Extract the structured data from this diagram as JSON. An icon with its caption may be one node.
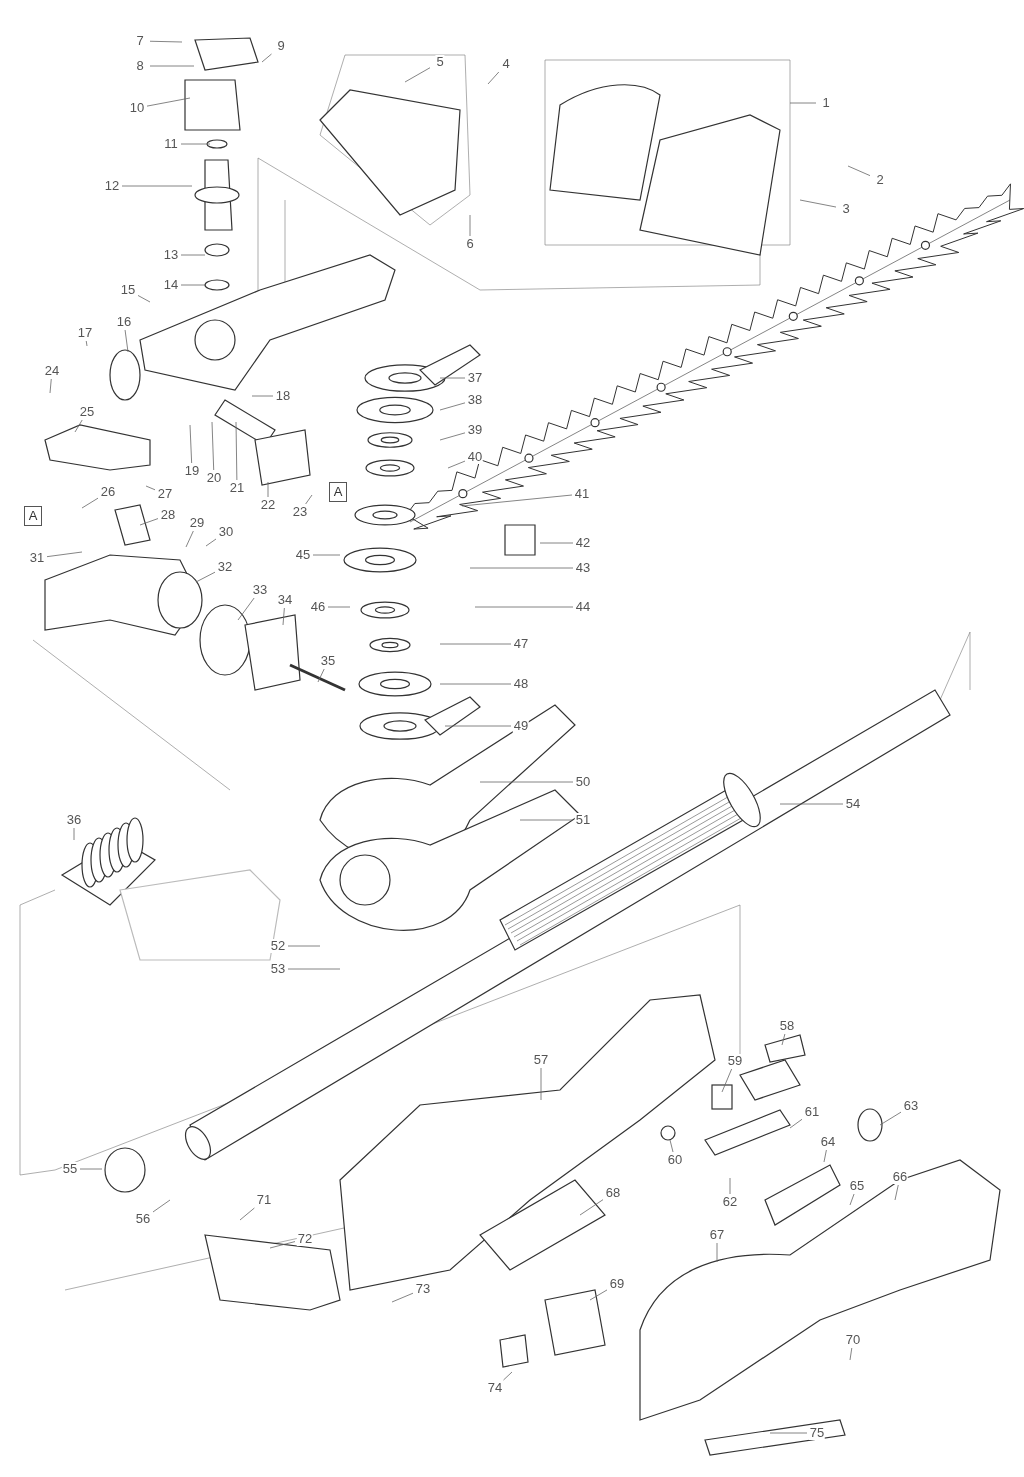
{
  "diagram": {
    "nodes": [
      {
        "text": [
          "1"
        ]
      },
      {
        "text": [
          "2"
        ]
      },
      {
        "text": [
          "3"
        ]
      },
      {
        "text": [
          "4"
        ]
      },
      {
        "text": [
          "5"
        ]
      },
      {
        "text": [
          "6"
        ]
      },
      {
        "text": [
          "7"
        ]
      },
      {
        "text": [
          "8"
        ]
      },
      {
        "text": [
          "9"
        ]
      },
      {
        "text": [
          "10"
        ]
      },
      {
        "text": [
          "11"
        ]
      },
      {
        "text": [
          "12"
        ]
      },
      {
        "text": [
          "13"
        ]
      },
      {
        "text": [
          "14"
        ]
      },
      {
        "text": [
          "15"
        ]
      },
      {
        "text": [
          "16"
        ]
      },
      {
        "text": [
          "17"
        ]
      },
      {
        "text": [
          "18"
        ]
      },
      {
        "text": [
          "19"
        ]
      },
      {
        "text": [
          "20"
        ]
      },
      {
        "text": [
          "21"
        ]
      },
      {
        "text": [
          "22"
        ]
      },
      {
        "text": [
          "23"
        ]
      },
      {
        "text": [
          "24"
        ]
      },
      {
        "text": [
          "25"
        ]
      },
      {
        "text": [
          "26"
        ]
      },
      {
        "text": [
          "27"
        ]
      },
      {
        "text": [
          "28"
        ]
      },
      {
        "text": [
          "29"
        ]
      },
      {
        "text": [
          "30"
        ]
      },
      {
        "text": [
          "31"
        ]
      },
      {
        "text": [
          "32"
        ]
      },
      {
        "text": [
          "33"
        ]
      },
      {
        "text": [
          "34"
        ]
      },
      {
        "text": [
          "35"
        ]
      },
      {
        "text": [
          "36"
        ]
      },
      {
        "text": [
          "37"
        ]
      },
      {
        "text": [
          "38"
        ]
      },
      {
        "text": [
          "39"
        ]
      },
      {
        "text": [
          "40"
        ]
      },
      {
        "text": [
          "41"
        ]
      },
      {
        "text": [
          "42"
        ]
      },
      {
        "text": [
          "43"
        ]
      },
      {
        "text": [
          "44"
        ]
      },
      {
        "text": [
          "45"
        ]
      },
      {
        "text": [
          "46"
        ]
      },
      {
        "text": [
          "47"
        ]
      },
      {
        "text": [
          "48"
        ]
      },
      {
        "text": [
          "49"
        ]
      },
      {
        "text": [
          "50"
        ]
      },
      {
        "text": [
          "51"
        ]
      },
      {
        "text": [
          "52"
        ]
      },
      {
        "text": [
          "53"
        ]
      },
      {
        "text": [
          "54"
        ]
      },
      {
        "text": [
          "55"
        ]
      },
      {
        "text": [
          "56"
        ]
      },
      {
        "text": [
          "57"
        ]
      },
      {
        "text": [
          "58"
        ]
      },
      {
        "text": [
          "59"
        ]
      },
      {
        "text": [
          "60"
        ]
      },
      {
        "text": [
          "61"
        ]
      },
      {
        "text": [
          "62"
        ]
      },
      {
        "text": [
          "63"
        ]
      },
      {
        "text": [
          "64"
        ]
      },
      {
        "text": [
          "65"
        ]
      },
      {
        "text": [
          "66"
        ]
      },
      {
        "text": [
          "67"
        ]
      },
      {
        "text": [
          "68"
        ]
      },
      {
        "text": [
          "69"
        ]
      },
      {
        "text": [
          "70"
        ]
      },
      {
        "text": [
          "71"
        ]
      },
      {
        "text": [
          "72"
        ]
      },
      {
        "text": [
          "73"
        ]
      },
      {
        "text": [
          "74"
        ]
      },
      {
        "text": [
          "75"
        ]
      },
      {
        "text": [
          "A"
        ]
      },
      {
        "text": [
          "A"
        ]
      }
    ],
    "edges": [
      {
        "from": 0,
        "to": null,
        "arrow": "none"
      },
      {
        "from": 1,
        "to": null,
        "arrow": "none"
      },
      {
        "from": 2,
        "to": null,
        "arrow": "none"
      },
      {
        "from": 3,
        "to": null,
        "arrow": "none"
      },
      {
        "from": 4,
        "to": null,
        "arrow": "none"
      },
      {
        "from": 5,
        "to": null,
        "arrow": "none"
      },
      {
        "from": 6,
        "to": null,
        "arrow": "none"
      },
      {
        "from": 7,
        "to": null,
        "arrow": "none"
      },
      {
        "from": 8,
        "to": null,
        "arrow": "none"
      },
      {
        "from": 9,
        "to": null,
        "arrow": "none"
      },
      {
        "from": 10,
        "to": null,
        "arrow": "none"
      },
      {
        "from": 11,
        "to": null,
        "arrow": "none"
      },
      {
        "from": 12,
        "to": null,
        "arrow": "none"
      },
      {
        "from": 13,
        "to": null,
        "arrow": "none"
      },
      {
        "from": 14,
        "to": null,
        "arrow": "none"
      },
      {
        "from": 15,
        "to": null,
        "arrow": "none"
      },
      {
        "from": 16,
        "to": null,
        "arrow": "none"
      },
      {
        "from": 17,
        "to": null,
        "arrow": "none"
      },
      {
        "from": 18,
        "to": null,
        "arrow": "none"
      },
      {
        "from": 19,
        "to": null,
        "arrow": "none"
      },
      {
        "from": 20,
        "to": null,
        "arrow": "none"
      },
      {
        "from": 21,
        "to": null,
        "arrow": "none"
      },
      {
        "from": 22,
        "to": null,
        "arrow": "none"
      },
      {
        "from": 23,
        "to": null,
        "arrow": "none"
      },
      {
        "from": 24,
        "to": null,
        "arrow": "none"
      },
      {
        "from": 25,
        "to": null,
        "arrow": "none"
      },
      {
        "from": 26,
        "to": null,
        "arrow": "none"
      },
      {
        "from": 27,
        "to": null,
        "arrow": "none"
      },
      {
        "from": 28,
        "to": null,
        "arrow": "none"
      },
      {
        "from": 29,
        "to": null,
        "arrow": "none"
      },
      {
        "from": 30,
        "to": null,
        "arrow": "none"
      },
      {
        "from": 31,
        "to": null,
        "arrow": "none"
      },
      {
        "from": 32,
        "to": null,
        "arrow": "none"
      },
      {
        "from": 33,
        "to": null,
        "arrow": "none"
      },
      {
        "from": 34,
        "to": null,
        "arrow": "none"
      },
      {
        "from": 35,
        "to": null,
        "arrow": "none"
      },
      {
        "from": 36,
        "to": null,
        "arrow": "none"
      },
      {
        "from": 37,
        "to": null,
        "arrow": "none"
      },
      {
        "from": 38,
        "to": null,
        "arrow": "none"
      },
      {
        "from": 39,
        "to": null,
        "arrow": "none"
      },
      {
        "from": 40,
        "to": null,
        "arrow": "none"
      },
      {
        "from": 41,
        "to": null,
        "arrow": "none"
      },
      {
        "from": 42,
        "to": null,
        "arrow": "none"
      },
      {
        "from": 43,
        "to": null,
        "arrow": "none"
      },
      {
        "from": 44,
        "to": null,
        "arrow": "none"
      },
      {
        "from": 45,
        "to": null,
        "arrow": "none"
      },
      {
        "from": 46,
        "to": null,
        "arrow": "none"
      },
      {
        "from": 47,
        "to": null,
        "arrow": "none"
      },
      {
        "from": 48,
        "to": null,
        "arrow": "none"
      },
      {
        "from": 49,
        "to": null,
        "arrow": "none"
      },
      {
        "from": 50,
        "to": null,
        "arrow": "none"
      },
      {
        "from": 51,
        "to": null,
        "arrow": "none"
      },
      {
        "from": 52,
        "to": null,
        "arrow": "none"
      },
      {
        "from": 53,
        "to": null,
        "arrow": "none"
      },
      {
        "from": 54,
        "to": null,
        "arrow": "none"
      },
      {
        "from": 55,
        "to": null,
        "arrow": "none"
      },
      {
        "from": 56,
        "to": null,
        "arrow": "none"
      },
      {
        "from": 57,
        "to": null,
        "arrow": "none"
      },
      {
        "from": 58,
        "to": null,
        "arrow": "none"
      },
      {
        "from": 59,
        "to": null,
        "arrow": "none"
      },
      {
        "from": 60,
        "to": null,
        "arrow": "none"
      },
      {
        "from": 61,
        "to": null,
        "arrow": "none"
      },
      {
        "from": 62,
        "to": null,
        "arrow": "none"
      },
      {
        "from": 63,
        "to": null,
        "arrow": "none"
      },
      {
        "from": 64,
        "to": null,
        "arrow": "none"
      },
      {
        "from": 65,
        "to": null,
        "arrow": "none"
      },
      {
        "from": 66,
        "to": null,
        "arrow": "none"
      },
      {
        "from": 67,
        "to": null,
        "arrow": "none"
      },
      {
        "from": 68,
        "to": null,
        "arrow": "none"
      },
      {
        "from": 69,
        "to": null,
        "arrow": "none"
      },
      {
        "from": 70,
        "to": null,
        "arrow": "none"
      },
      {
        "from": 71,
        "to": null,
        "arrow": "none"
      },
      {
        "from": 72,
        "to": null,
        "arrow": "none"
      },
      {
        "from": 73,
        "to": null,
        "arrow": "none"
      },
      {
        "from": 74,
        "to": null,
        "arrow": "none"
      }
    ]
  }
}
